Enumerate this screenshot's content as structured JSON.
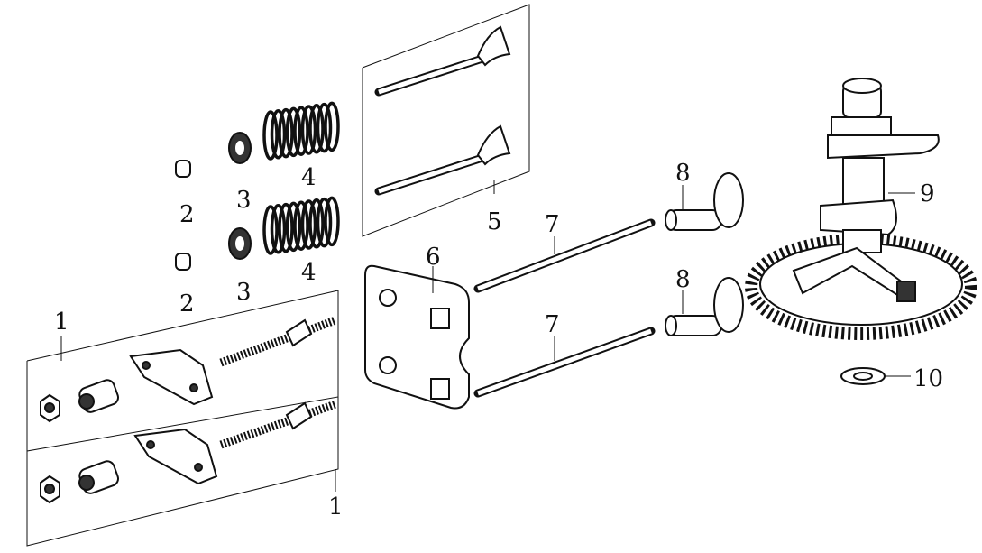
{
  "diagram": {
    "type": "exploded-parts-view",
    "callouts": {
      "part1_top": "1",
      "part1_bottom": "1",
      "part2_top": "2",
      "part2_bottom": "2",
      "part3_top": "3",
      "part3_bottom": "3",
      "part4_top": "4",
      "part4_bottom": "4",
      "part5": "5",
      "part6": "6",
      "part7_top": "7",
      "part7_bottom": "7",
      "part8_top": "8",
      "part8_bottom": "8",
      "part9": "9",
      "part10": "10"
    },
    "colors": {
      "line": "#111111",
      "background": "#ffffff"
    }
  }
}
